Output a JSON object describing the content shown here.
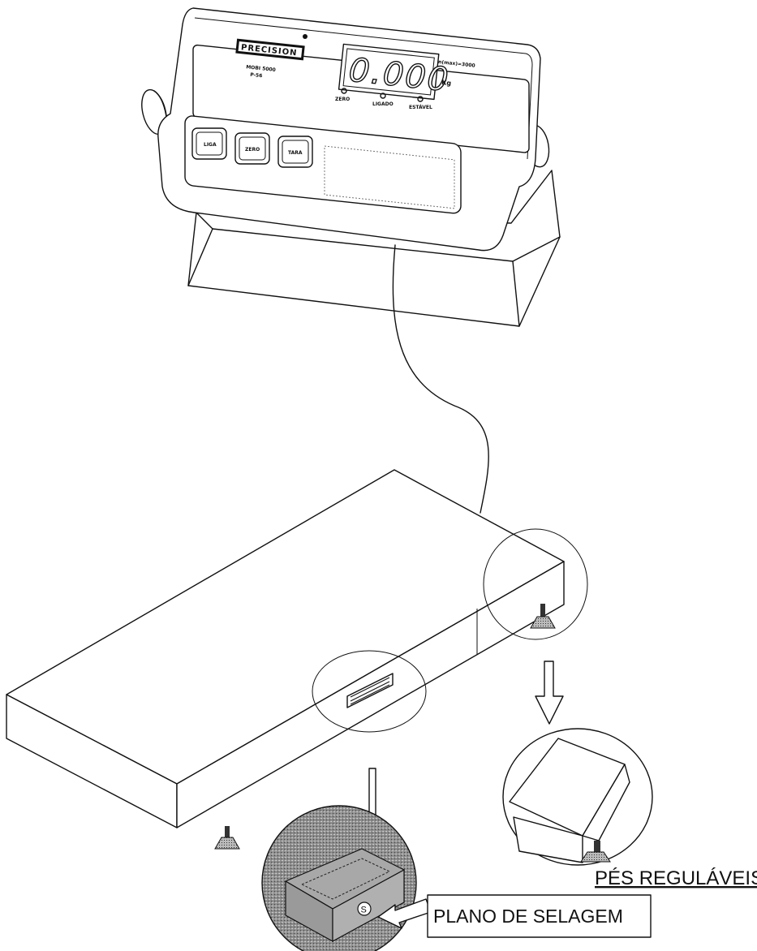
{
  "indicator": {
    "brand": "PRECISION",
    "model": "MOBI 5000",
    "model_code": "P-56",
    "display_value": "0.000",
    "unit": "Kg",
    "capacity": "n(max)=3000",
    "leds": [
      "ZERO",
      "LIGADO",
      "ESTÁVEL"
    ],
    "buttons": [
      "LIGA",
      "ZERO",
      "TARA"
    ]
  },
  "callouts": {
    "feet_label": "PÉS REGULÁVEIS",
    "seal_label": "PLANO DE SELAGEM",
    "seal_marker": "S"
  }
}
